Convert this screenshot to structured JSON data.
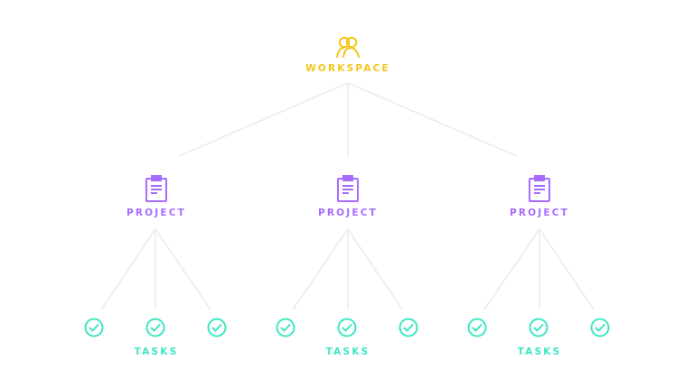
{
  "colors": {
    "workspace": "#f5c518",
    "project": "#a66cff",
    "task": "#3ee6c4",
    "connector": "#ececec",
    "background": "#ffffff"
  },
  "workspace": {
    "label": "WORKSPACE",
    "icon": "users-icon"
  },
  "projects": [
    {
      "label": "PROJECT",
      "icon": "clipboard-icon",
      "tasks_label": "TASKS",
      "task_count": 3
    },
    {
      "label": "PROJECT",
      "icon": "clipboard-icon",
      "tasks_label": "TASKS",
      "task_count": 3
    },
    {
      "label": "PROJECT",
      "icon": "clipboard-icon",
      "tasks_label": "TASKS",
      "task_count": 3
    }
  ],
  "task_icon": "check-circle-icon"
}
